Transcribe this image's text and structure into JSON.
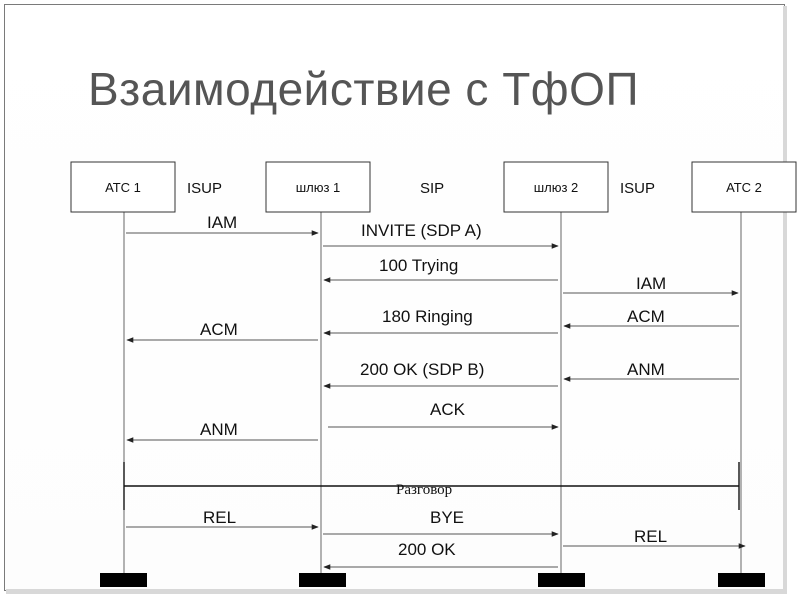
{
  "title": "Взаимодействие с ТфОП",
  "nodes": [
    {
      "id": "atc1",
      "label": "АТС 1"
    },
    {
      "id": "gw1",
      "label": "шлюз 1"
    },
    {
      "id": "gw2",
      "label": "шлюз 2"
    },
    {
      "id": "atc2",
      "label": "АТС 2"
    }
  ],
  "protocols": [
    {
      "label": "ISUP"
    },
    {
      "label": "SIP"
    },
    {
      "label": "ISUP"
    }
  ],
  "messages": [
    {
      "from": "atc1",
      "to": "gw1",
      "label": "IAM"
    },
    {
      "from": "gw1",
      "to": "gw2",
      "label": "INVITE (SDP A)"
    },
    {
      "from": "gw2",
      "to": "gw1",
      "label": "100 Trying"
    },
    {
      "from": "gw2",
      "to": "atc2",
      "label": "IAM"
    },
    {
      "from": "atc2",
      "to": "gw2",
      "label": "ACM"
    },
    {
      "from": "gw2",
      "to": "gw1",
      "label": "180 Ringing"
    },
    {
      "from": "gw1",
      "to": "atc1",
      "label": "ACM"
    },
    {
      "from": "atc2",
      "to": "gw2",
      "label": "ANM"
    },
    {
      "from": "gw2",
      "to": "gw1",
      "label": "200 OK (SDP B)"
    },
    {
      "from": "gw1",
      "to": "gw2",
      "label": "ACK"
    },
    {
      "from": "gw1",
      "to": "atc1",
      "label": "ANM"
    },
    {
      "from": "atc1",
      "to": "gw1",
      "label": "REL"
    },
    {
      "from": "gw1",
      "to": "gw2",
      "label": "BYE"
    },
    {
      "from": "gw2",
      "to": "atc2",
      "label": "REL"
    },
    {
      "from": "gw2",
      "to": "gw1",
      "label": "200 OK"
    }
  ],
  "conversation": {
    "label": "Разговор"
  }
}
